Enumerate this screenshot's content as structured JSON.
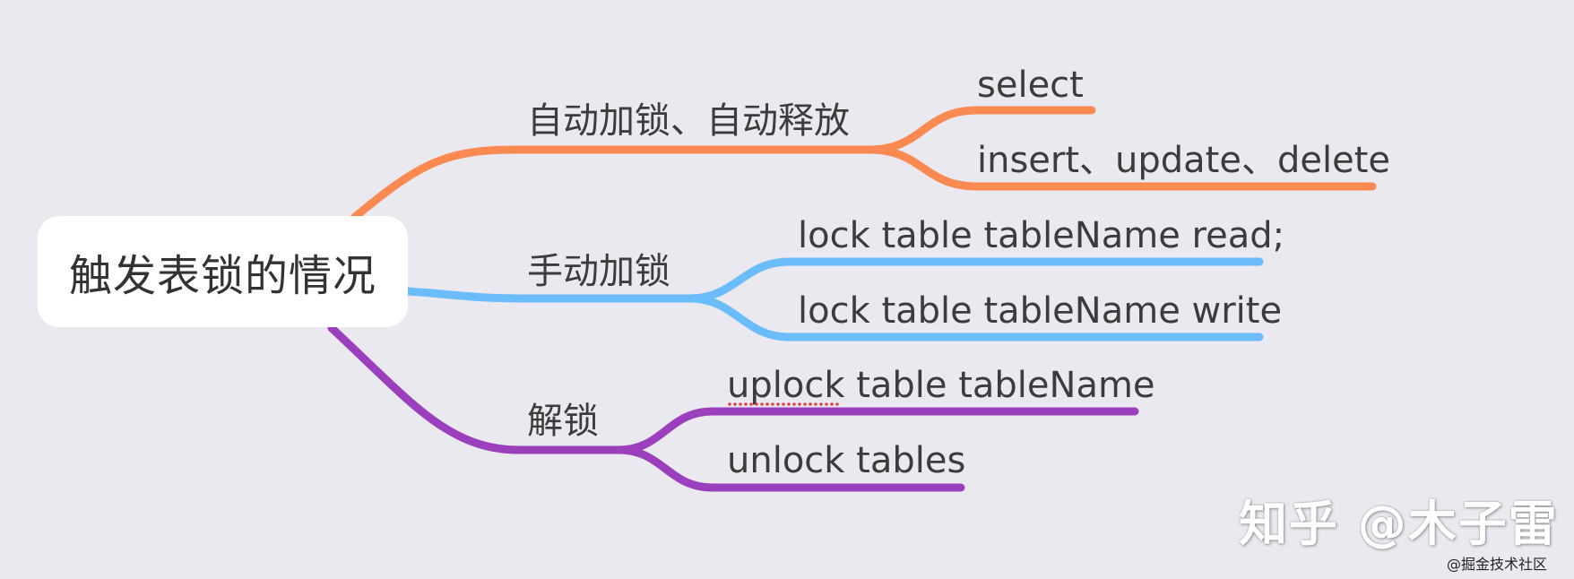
{
  "root": {
    "label": "触发表锁的情况"
  },
  "branches": [
    {
      "label": "自动加锁、自动释放",
      "color": "#fa8a52",
      "children": [
        "select",
        "insert、update、delete"
      ]
    },
    {
      "label": "手动加锁",
      "color": "#6bbcfb",
      "children": [
        "lock table tableName read;",
        "lock table tableName write"
      ]
    },
    {
      "label": "解锁",
      "color": "#9b3fbd",
      "children": [
        "uplock table tableName",
        "unlock tables"
      ]
    }
  ],
  "watermark": "知乎 @木子雷",
  "corner_mark": "@掘金技术社区"
}
